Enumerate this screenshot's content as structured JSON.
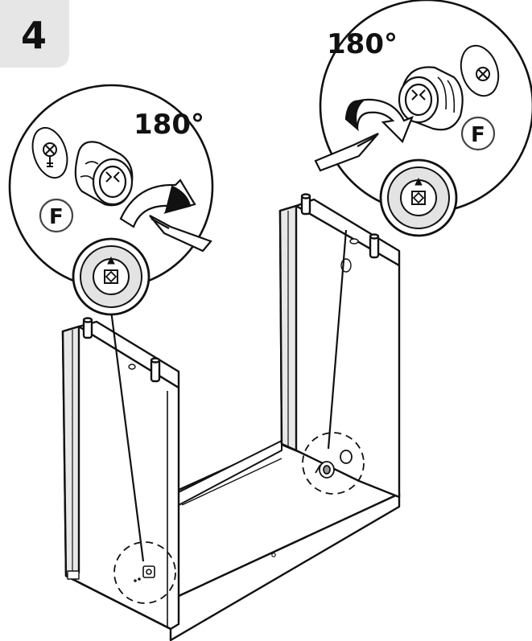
{
  "step": {
    "number": "4",
    "badge_color": "#e6e6e6"
  },
  "left_callout": {
    "rotation_label": "180°",
    "part_label": "F"
  },
  "right_callout": {
    "rotation_label": "180°",
    "part_label": "F"
  },
  "icons": [
    "cam-lock-icon",
    "cam-screw-icon",
    "screwdriver-icon",
    "rotate-arrow-icon",
    "cam-slot-icon"
  ],
  "colors": {
    "line": "#111111",
    "fill": "#ffffff",
    "shade": "#d9d9d9"
  }
}
